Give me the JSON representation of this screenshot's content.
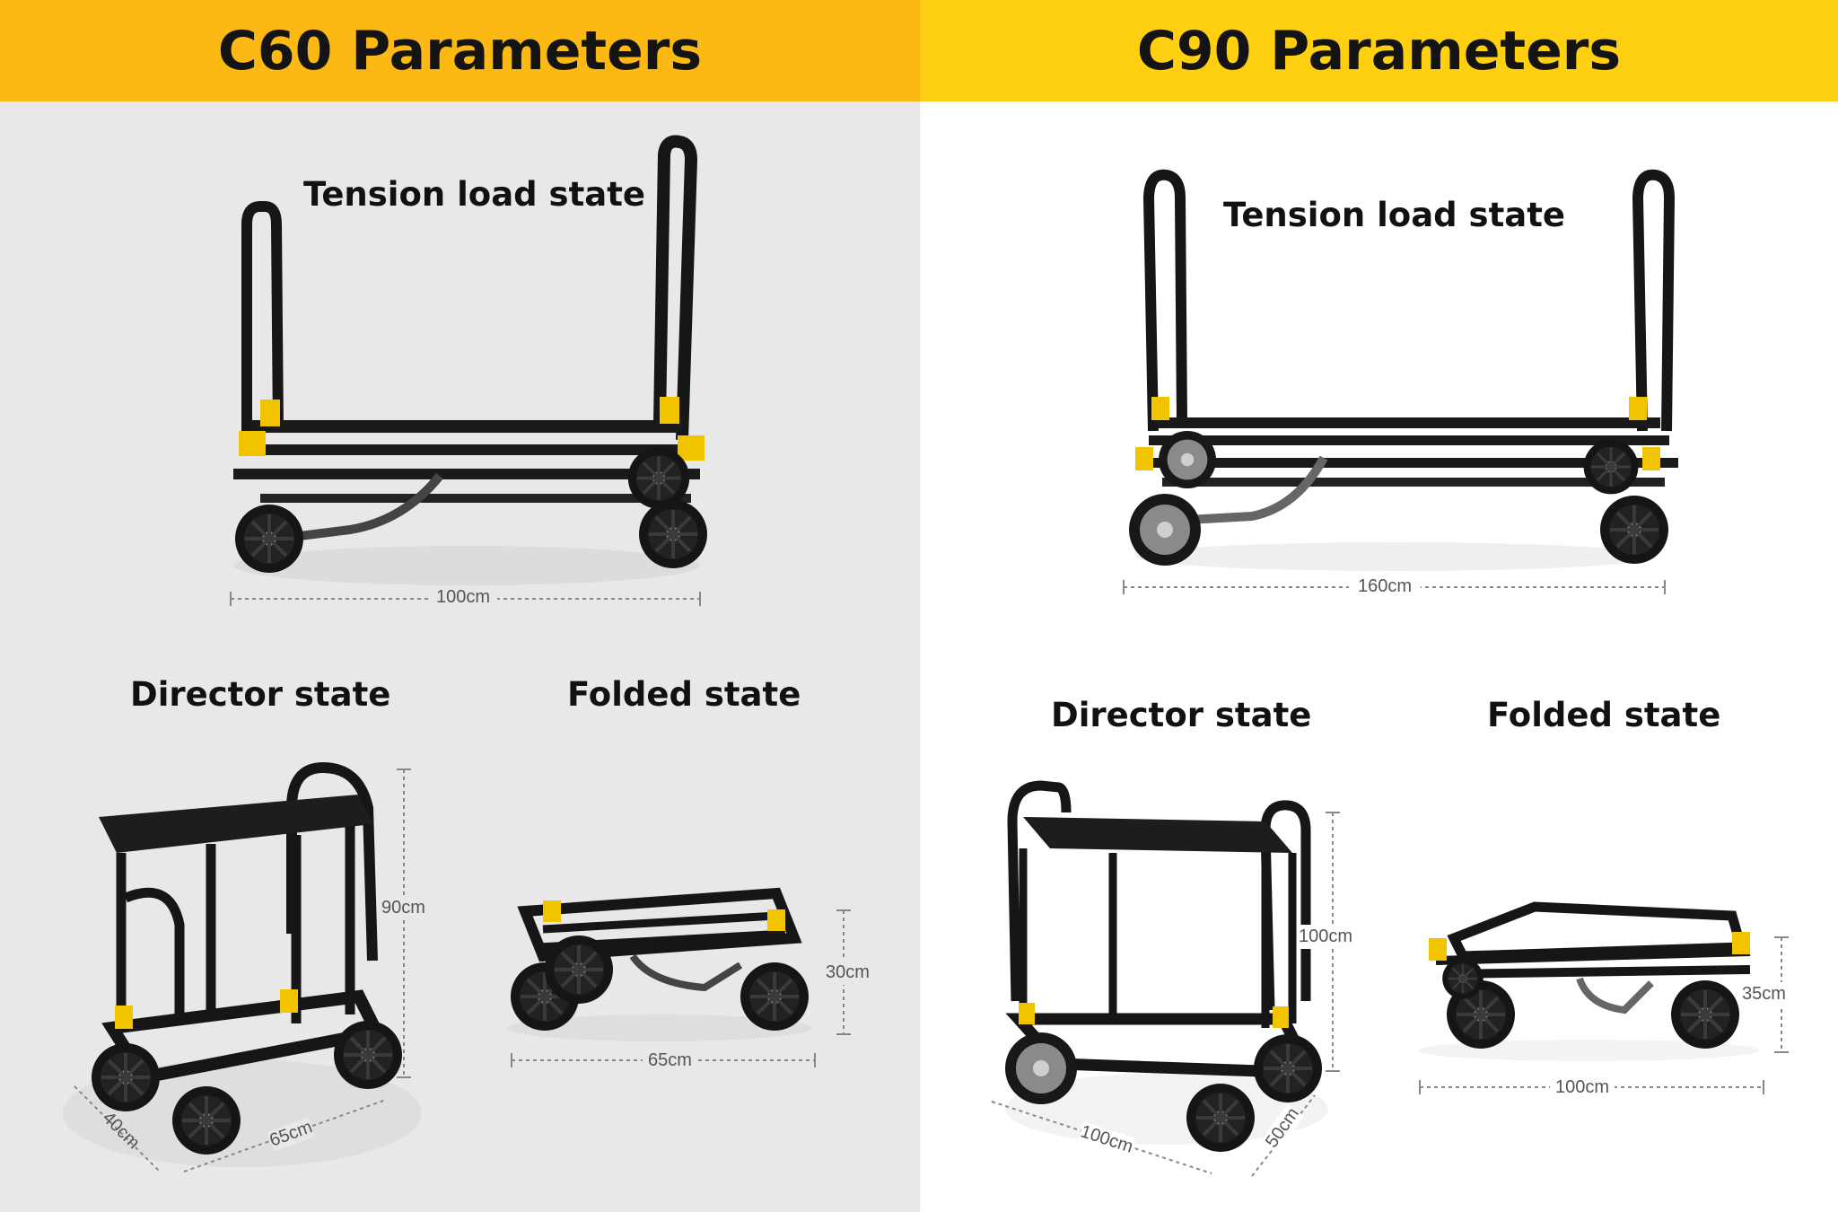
{
  "c60": {
    "title": "C60 Parameters",
    "tension": {
      "label": "Tension load state",
      "width": "100cm"
    },
    "director": {
      "label": "Director state",
      "height": "90cm",
      "depth": "40cm",
      "width": "65cm"
    },
    "folded": {
      "label": "Folded state",
      "height": "30cm",
      "width": "65cm"
    }
  },
  "c90": {
    "title": "C90 Parameters",
    "tension": {
      "label": "Tension load state",
      "width": "160cm"
    },
    "director": {
      "label": "Director state",
      "height": "100cm",
      "depth": "50cm",
      "width": "100cm"
    },
    "folded": {
      "label": "Folded state",
      "height": "35cm",
      "width": "100cm"
    }
  },
  "colors": {
    "c60_header": "#fdb913",
    "c90_header": "#ffd012",
    "frame": "#161616",
    "accent": "#f2c400"
  }
}
